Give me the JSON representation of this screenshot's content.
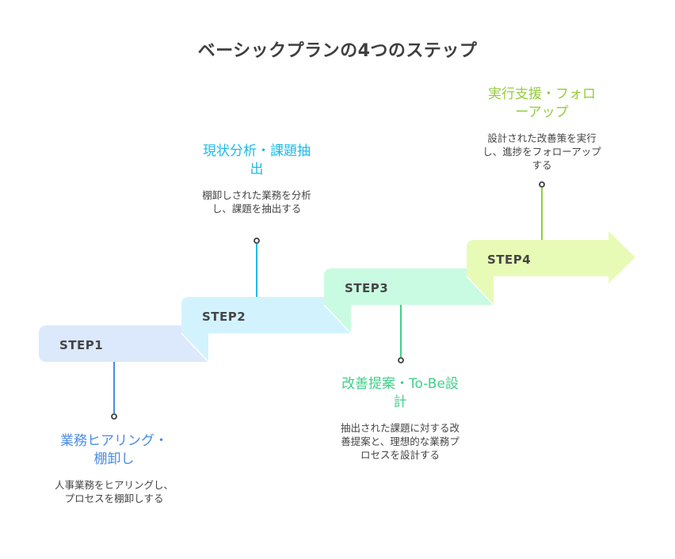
{
  "title": "ベーシックプランの4つのステップ",
  "colors": {
    "step1_fill": "#dce8fc",
    "step2_fill": "#d2f3fd",
    "step3_fill": "#c8fbe2",
    "step4_fill": "#e7fbb6",
    "step1_accent": "#4a8be6",
    "step2_accent": "#1ebbe6",
    "step3_accent": "#3fd08a",
    "step4_accent": "#93cd3a",
    "text_dark": "#3f3f3f"
  },
  "steps": [
    {
      "label": "STEP1",
      "heading": "業務ヒアリング・棚卸し",
      "description": "人事業務をヒアリングし、プロセスを棚卸しする"
    },
    {
      "label": "STEP2",
      "heading": "現状分析・課題抽出",
      "description": "棚卸しされた業務を分析し、課題を抽出する"
    },
    {
      "label": "STEP3",
      "heading": "改善提案・To-Be設計",
      "description": "抽出された課題に対する改善提案と、理想的な業務プロセスを設計する"
    },
    {
      "label": "STEP4",
      "heading": "実行支援・フォローアップ",
      "description": "設計された改善策を実行し、進捗をフォローアップする"
    }
  ]
}
